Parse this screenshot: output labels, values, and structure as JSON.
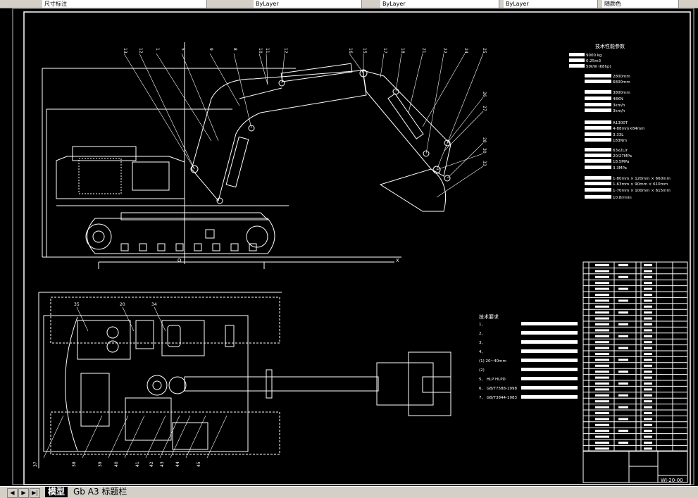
{
  "toolbar": {
    "layer_name": "尺寸标注",
    "tabs": [
      "ByLayer",
      "ByLayer",
      "ByLayer",
      "随颜色"
    ]
  },
  "layout_tabs": {
    "nav": [
      "◀",
      "▶",
      "▶|"
    ],
    "items": [
      {
        "label": "模型",
        "active": true
      },
      {
        "label": "Gb A3 标题栏",
        "active": false
      }
    ]
  },
  "drawing": {
    "background": "#000000",
    "line_color": "#ffffff",
    "callouts_top": [
      "13",
      "12",
      "1",
      "5",
      "9",
      "8",
      "10",
      "11",
      "12",
      "16",
      "15",
      "17",
      "18",
      "21",
      "22",
      "24",
      "25",
      "26",
      "27",
      "28",
      "30",
      "33"
    ],
    "callouts_bottom": [
      "37",
      "38",
      "39",
      "40",
      "41",
      "42",
      "43",
      "44",
      "45"
    ],
    "callouts_plan": [
      "35",
      "20",
      "34"
    ],
    "axis_labels": {
      "x": "X",
      "origin": "O"
    },
    "specs": {
      "title": "技术性能参数",
      "lines": [
        "9000 kg",
        "0.25m3",
        "50kW (68hp)",
        "2800mm",
        "6800mm",
        "3800mm",
        "48KN",
        "3km/h",
        "3km/h",
        "A1300T",
        "4-88mm×84mm",
        "3.33L",
        "183Nm",
        "63x2L/r",
        "20/27MPa",
        "18.5MPa",
        "3.3MPa",
        "1-80mm × 120mm × 660mm",
        "1-63mm × 90mm × 610mm",
        "1-70mm × 100mm × 615mm",
        "10.8r/min"
      ]
    },
    "tech_notes": {
      "title": "技术要求",
      "lines": [
        "1、",
        "2、",
        "3、",
        "4、",
        "(1) 20~40mm",
        "(2)",
        "5、 HLP HLPD",
        "6、 GB/T7588-1998",
        "7、 GB/T3844-1983"
      ]
    },
    "title_block": {
      "drawing_number": "WJ-20-00"
    }
  }
}
